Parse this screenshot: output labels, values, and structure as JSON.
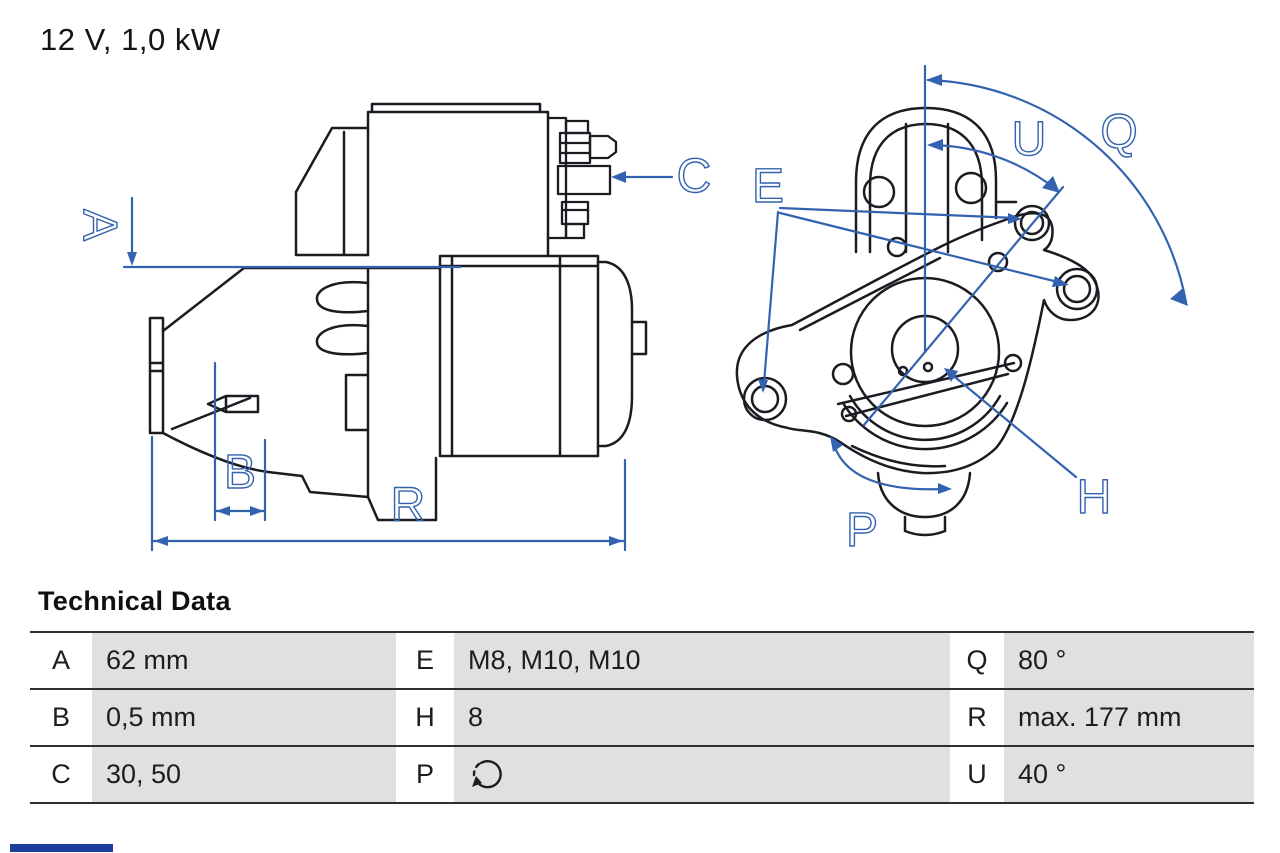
{
  "title": "12 V, 1,0 kW",
  "diagram": {
    "description": "starter motor side view and mounting flange end view",
    "labels": {
      "A": "A",
      "B": "B",
      "C": "C",
      "E": "E",
      "H": "H",
      "P": "P",
      "Q": "Q",
      "R": "R",
      "U": "U"
    },
    "annotation_color": "#3363b0",
    "line_color": "#1b1b22"
  },
  "table": {
    "heading": "Technical Data",
    "value_background": "#e0e0e0",
    "rows": [
      {
        "c1": {
          "key": "A",
          "value": "62 mm"
        },
        "c2": {
          "key": "E",
          "value": "M8, M10, M10"
        },
        "c3": {
          "key": "Q",
          "value": "80 °"
        }
      },
      {
        "c1": {
          "key": "B",
          "value": "0,5 mm"
        },
        "c2": {
          "key": "H",
          "value": "8"
        },
        "c3": {
          "key": "R",
          "value": "max. 177 mm"
        }
      },
      {
        "c1": {
          "key": "C",
          "value": "30, 50"
        },
        "c2": {
          "key": "P",
          "value": "",
          "icon": "rotation-ccw-icon"
        },
        "c3": {
          "key": "U",
          "value": "40 °"
        }
      }
    ]
  },
  "footer": {
    "bar_color": "#1d3e9c"
  }
}
